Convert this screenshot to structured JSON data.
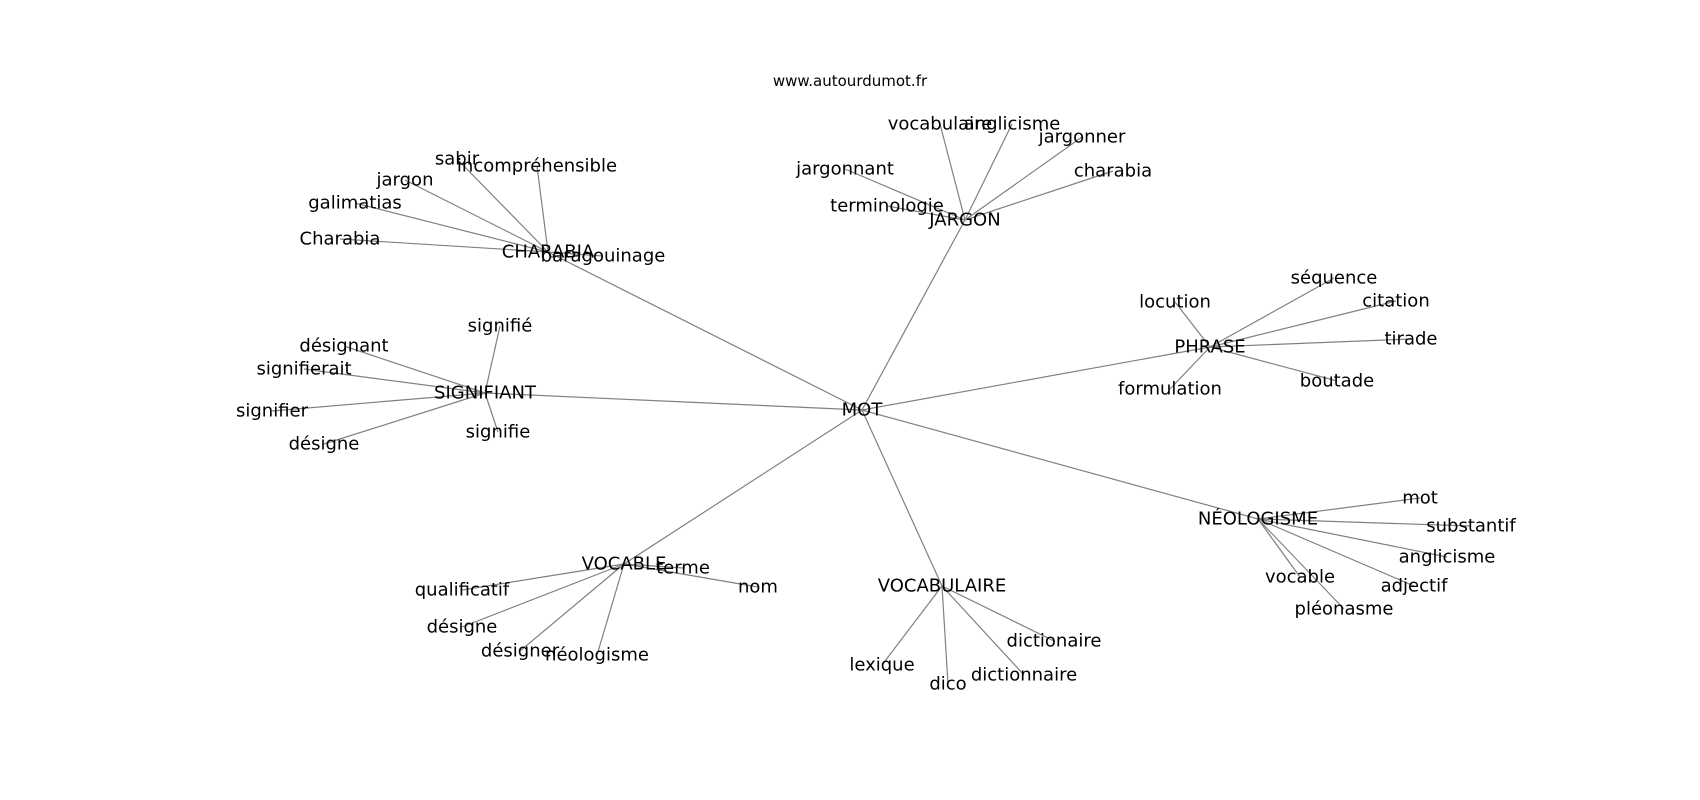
{
  "site": "www.autourdumot.fr",
  "colors": {
    "edge": "#808080",
    "text": "#000000",
    "background": "#ffffff"
  },
  "graph": {
    "center": "MOT",
    "hubs": [
      {
        "label": "CHARABIA",
        "leaves": [
          "sabir",
          "incompréhensible",
          "jargon",
          "galimatias",
          "Charabia",
          "baragouinage"
        ]
      },
      {
        "label": "JARGON",
        "leaves": [
          "vocabulaire",
          "anglicisme",
          "jargonner",
          "jargonnant",
          "charabia",
          "terminologie"
        ]
      },
      {
        "label": "PHRASE",
        "leaves": [
          "séquence",
          "locution",
          "citation",
          "tirade",
          "formulation",
          "boutade"
        ]
      },
      {
        "label": "SIGNIFIANT",
        "leaves": [
          "signifié",
          "désignant",
          "signifierait",
          "signifier",
          "désigne",
          "signifie"
        ]
      },
      {
        "label": "NÉOLOGISME",
        "leaves": [
          "mot",
          "substantif",
          "anglicisme",
          "vocable",
          "adjectif",
          "pléonasme"
        ]
      },
      {
        "label": "VOCABLE",
        "leaves": [
          "terme",
          "nom",
          "qualificatif",
          "désigne",
          "désigner",
          "néologisme"
        ]
      },
      {
        "label": "VOCABULAIRE",
        "leaves": [
          "dictionaire",
          "lexique",
          "dico",
          "dictionnaire"
        ]
      }
    ]
  }
}
